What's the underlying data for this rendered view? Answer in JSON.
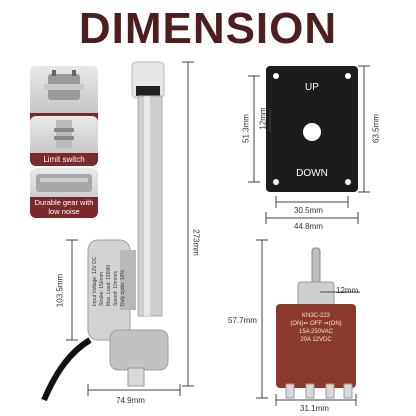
{
  "title": "DIMENSION",
  "features": [
    {
      "label": "DC motor",
      "icon": "dc-motor-icon"
    },
    {
      "label": "Limit switch",
      "icon": "limit-switch-icon"
    },
    {
      "label": "Durable gear with low noise",
      "icon": "gear-icon"
    }
  ],
  "actuator": {
    "dims": {
      "total_length": "273mm",
      "body_height": "103.5mm",
      "width": "74.9mm"
    },
    "label_lines": [
      "Input Voltage: 12V DC",
      "Stroke: 150mm",
      "Max. Load: 1500N",
      "Speed: 10mm/s",
      "Duty cycle: 10%"
    ]
  },
  "plate": {
    "up_label": "UP",
    "down_label": "DOWN",
    "dims": {
      "height_outer": "63.5mm",
      "height_inner": "51.3mm",
      "hole": "12mm",
      "width_inner": "30.5mm",
      "width_outer": "44.8mm"
    }
  },
  "toggle": {
    "dims": {
      "lever": "12mm",
      "height": "57.7mm",
      "width": "31.1mm"
    },
    "label_model": "KN3C-223",
    "label_states": "(ON)⇐ OFF ⇒(ON)",
    "label_ratings": [
      "15A 250VAC",
      "20A 12VDC"
    ]
  },
  "colors": {
    "title": "#4e1e1f",
    "accent": "#7a2a2c",
    "plate": "#1c1c1c",
    "body": "#8a3a2a"
  }
}
